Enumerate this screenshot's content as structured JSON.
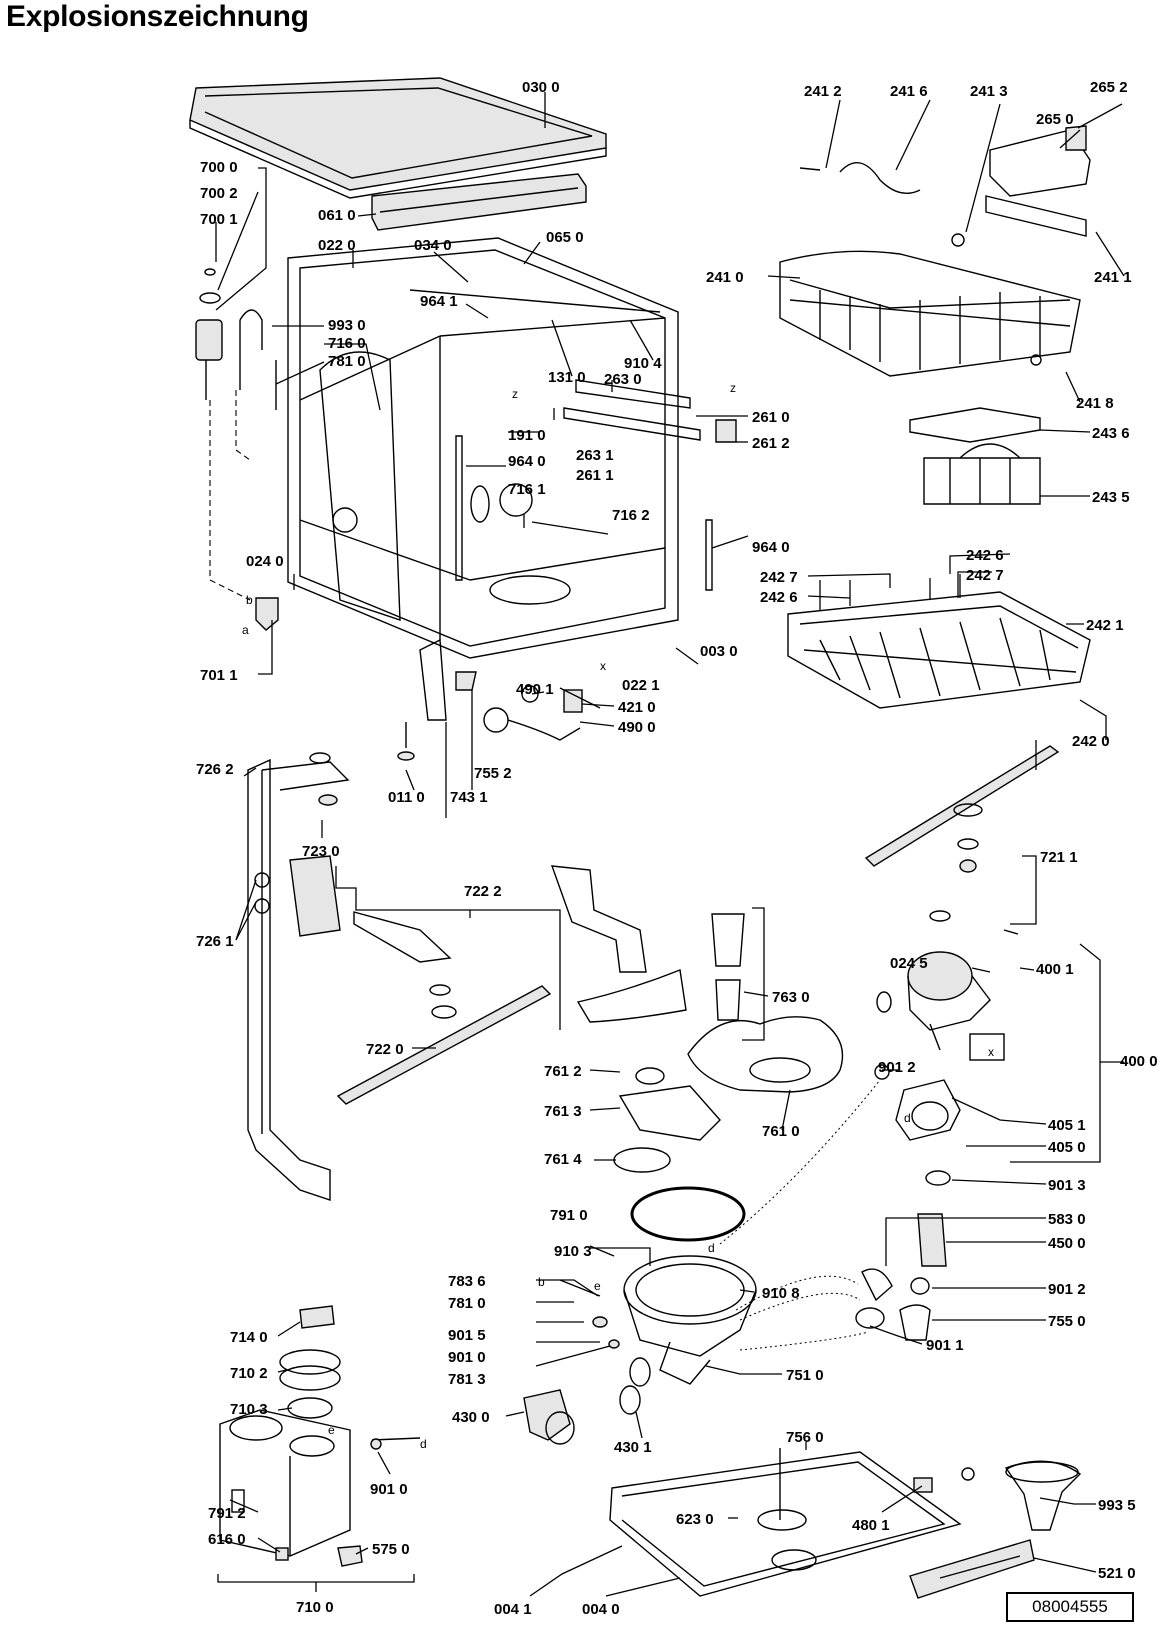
{
  "title": "Explosionszeichnung",
  "doc_number": "08004555",
  "part_labels": [
    "030 0",
    "700 0",
    "700 2",
    "700 1",
    "061 0",
    "022 0",
    "034 0",
    "065 0",
    "964 1",
    "993 0",
    "716 0",
    "781 0",
    "910 4",
    "131 0",
    "263 0",
    "261 0",
    "191 0",
    "263 1",
    "261 2",
    "964 0",
    "261 1",
    "716 1",
    "716 2",
    "964 0",
    "024 0",
    "003 0",
    "701 1",
    "490 1",
    "421 0",
    "022 1",
    "490 0",
    "011 0",
    "755 2",
    "743 1",
    "241 2",
    "241 6",
    "241 3",
    "265 2",
    "265 0",
    "241 0",
    "241 1",
    "241 8",
    "243 6",
    "243 5",
    "242 6",
    "242 7",
    "242 6",
    "242 7",
    "242 1",
    "242 0",
    "726 2",
    "723 0",
    "722 2",
    "726 1",
    "722 0",
    "763 0",
    "761 2",
    "761 3",
    "761 0",
    "761 4",
    "721 1",
    "024 5",
    "400 1",
    "400 0",
    "901 2",
    "405 1",
    "405 0",
    "901 3",
    "583 0",
    "450 0",
    "791 0",
    "910 3",
    "910 8",
    "901 2",
    "755 0",
    "783 6",
    "781 0",
    "901 5",
    "901 0",
    "781 3",
    "901 1",
    "751 0",
    "714 0",
    "710 2",
    "710 3",
    "430 0",
    "430 1",
    "901 0",
    "756 0",
    "791 2",
    "616 0",
    "575 0",
    "480 1",
    "623 0",
    "993 5",
    "521 0",
    "710 0",
    "004 1",
    "004 0"
  ],
  "markers": [
    "z",
    "z",
    "x",
    "b",
    "a",
    "x",
    "d",
    "b",
    "e",
    "d",
    "e",
    "d"
  ]
}
